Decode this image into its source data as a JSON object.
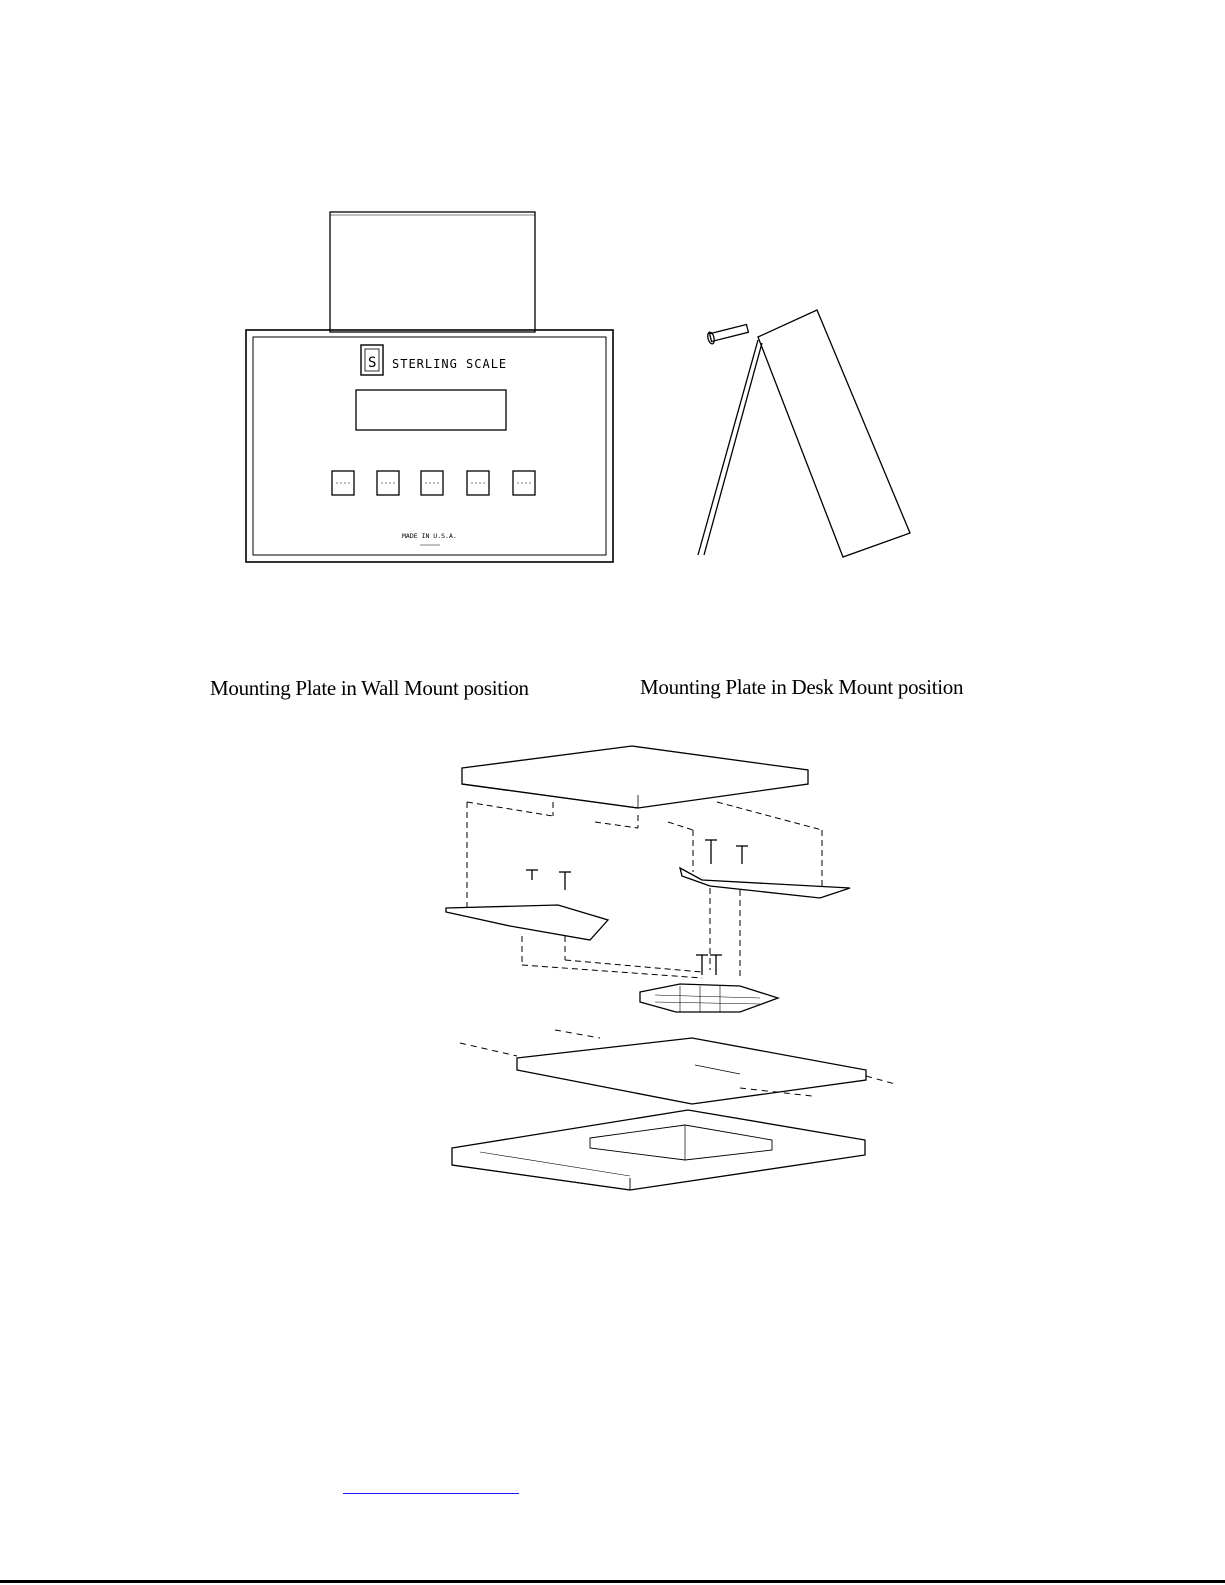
{
  "captions": {
    "wall": "Mounting Plate in Wall Mount position",
    "desk": "Mounting Plate in Desk Mount position"
  },
  "indicator": {
    "brand_text": "STERLING SCALE",
    "logo_letter": "S",
    "made_in": "MADE IN U.S.A."
  }
}
